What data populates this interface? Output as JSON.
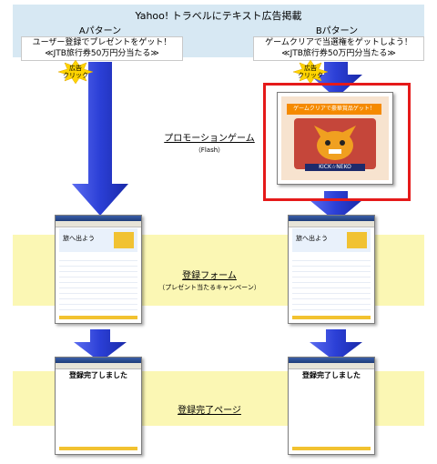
{
  "header": {
    "title": "Yahoo! トラベルにテキスト広告掲載"
  },
  "columns": [
    {
      "heading": "Aパターン",
      "ad_line1": "ユーザー登録でプレゼントをゲット！",
      "ad_line2": "≪JTB旅行券50万円分当たる≫"
    },
    {
      "heading": "Bパターン",
      "ad_line1": "ゲームクリアで当選権をゲットしよう！",
      "ad_line2": "≪JTB旅行券50万円分当たる≫"
    }
  ],
  "burst": {
    "line1": "広告",
    "line2": "クリック"
  },
  "game": {
    "label": "プロモーションゲーム",
    "sub": "（Flash）",
    "banner": "ゲームクリアで豪華賞品ゲット！",
    "character": "KICK☆NEKO"
  },
  "form": {
    "label": "登録フォーム",
    "sub": "（プレゼント当たるキャンペーン）",
    "banner_text": "旅へ出よう"
  },
  "complete": {
    "label": "登録完了ページ",
    "screen_text": "登録完了しました"
  },
  "colors": {
    "arrow": "#2b3fd6",
    "top_band": "#d7e8f3",
    "yellow_band": "#fbf7b4",
    "highlight": "#e51a1a"
  }
}
